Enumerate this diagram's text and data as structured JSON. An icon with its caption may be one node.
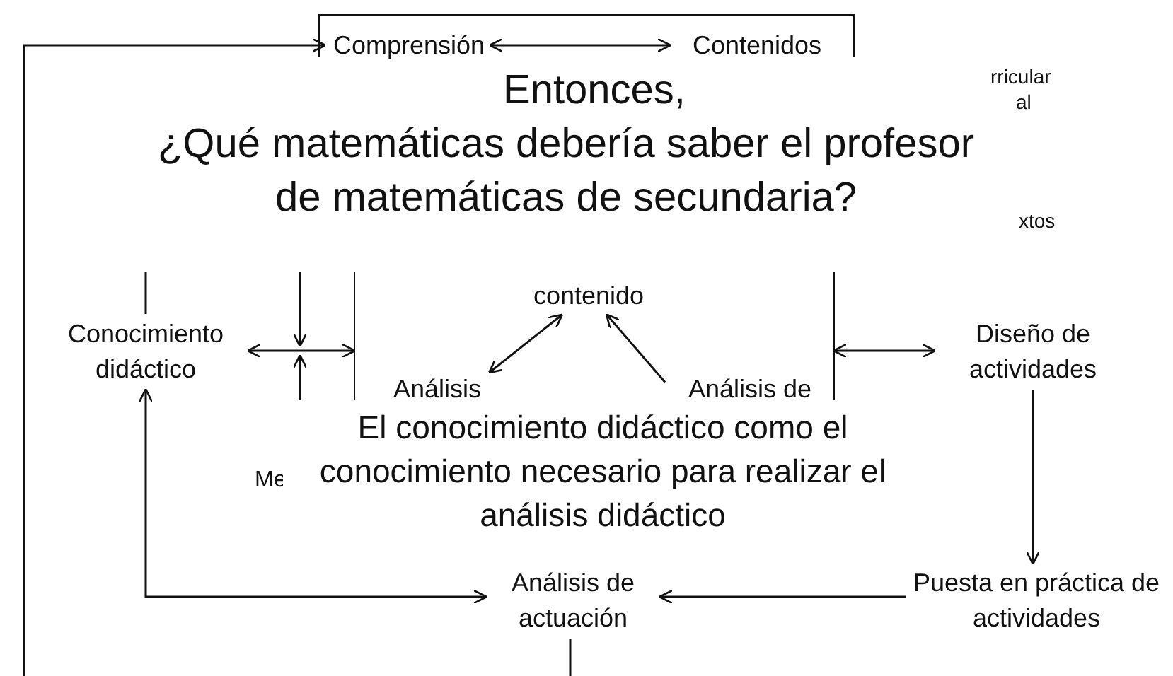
{
  "diagram": {
    "title": "¿Qué matemáticas debería saber el profesor de matemáticas de secundaria?",
    "nodes": [
      {
        "text": [],
        "shape": "box"
      },
      {
        "text": [
          "Comprensión"
        ],
        "in": 0
      },
      {
        "text": [
          "Contenidos"
        ],
        "in": 0
      },
      {
        "text": [
          "Conocimiento didáctico"
        ]
      },
      {
        "text": [],
        "shape": "box"
      },
      {
        "text": [
          "contenido"
        ],
        "in": 4
      },
      {
        "text": [
          "Análisis"
        ],
        "in": 4
      },
      {
        "text": [
          "Análisis de"
        ],
        "in": 4
      },
      {
        "text": [
          "Diseño de actividades"
        ]
      },
      {
        "text": [
          "Puesta en práctica de actividades"
        ]
      },
      {
        "text": [
          "Análisis de actuación"
        ]
      }
    ],
    "edges": [
      {
        "from": null,
        "to": 1,
        "arrow": "to"
      },
      {
        "from": 1,
        "to": 2,
        "arrow": "both"
      },
      {
        "from": 3,
        "to": 4,
        "arrow": "both"
      },
      {
        "from": 6,
        "to": 5,
        "arrow": "both"
      },
      {
        "from": 7,
        "to": 5,
        "arrow": "to"
      },
      {
        "from": 4,
        "to": 8,
        "arrow": "both"
      },
      {
        "from": 8,
        "to": 9,
        "arrow": "to"
      },
      {
        "from": 9,
        "to": 10,
        "arrow": "to"
      },
      {
        "from": 10,
        "to": 3,
        "arrow": "both"
      },
      {
        "from": 10,
        "to": null,
        "arrow": "none"
      },
      {
        "from": 3,
        "to": null,
        "arrow": "none"
      }
    ],
    "labels": [
      "Entonces,",
      "rricular",
      "al",
      "xtos",
      "Me",
      "El conocimiento didáctico como el conocimiento necesario para realizar el análisis didáctico"
    ]
  }
}
